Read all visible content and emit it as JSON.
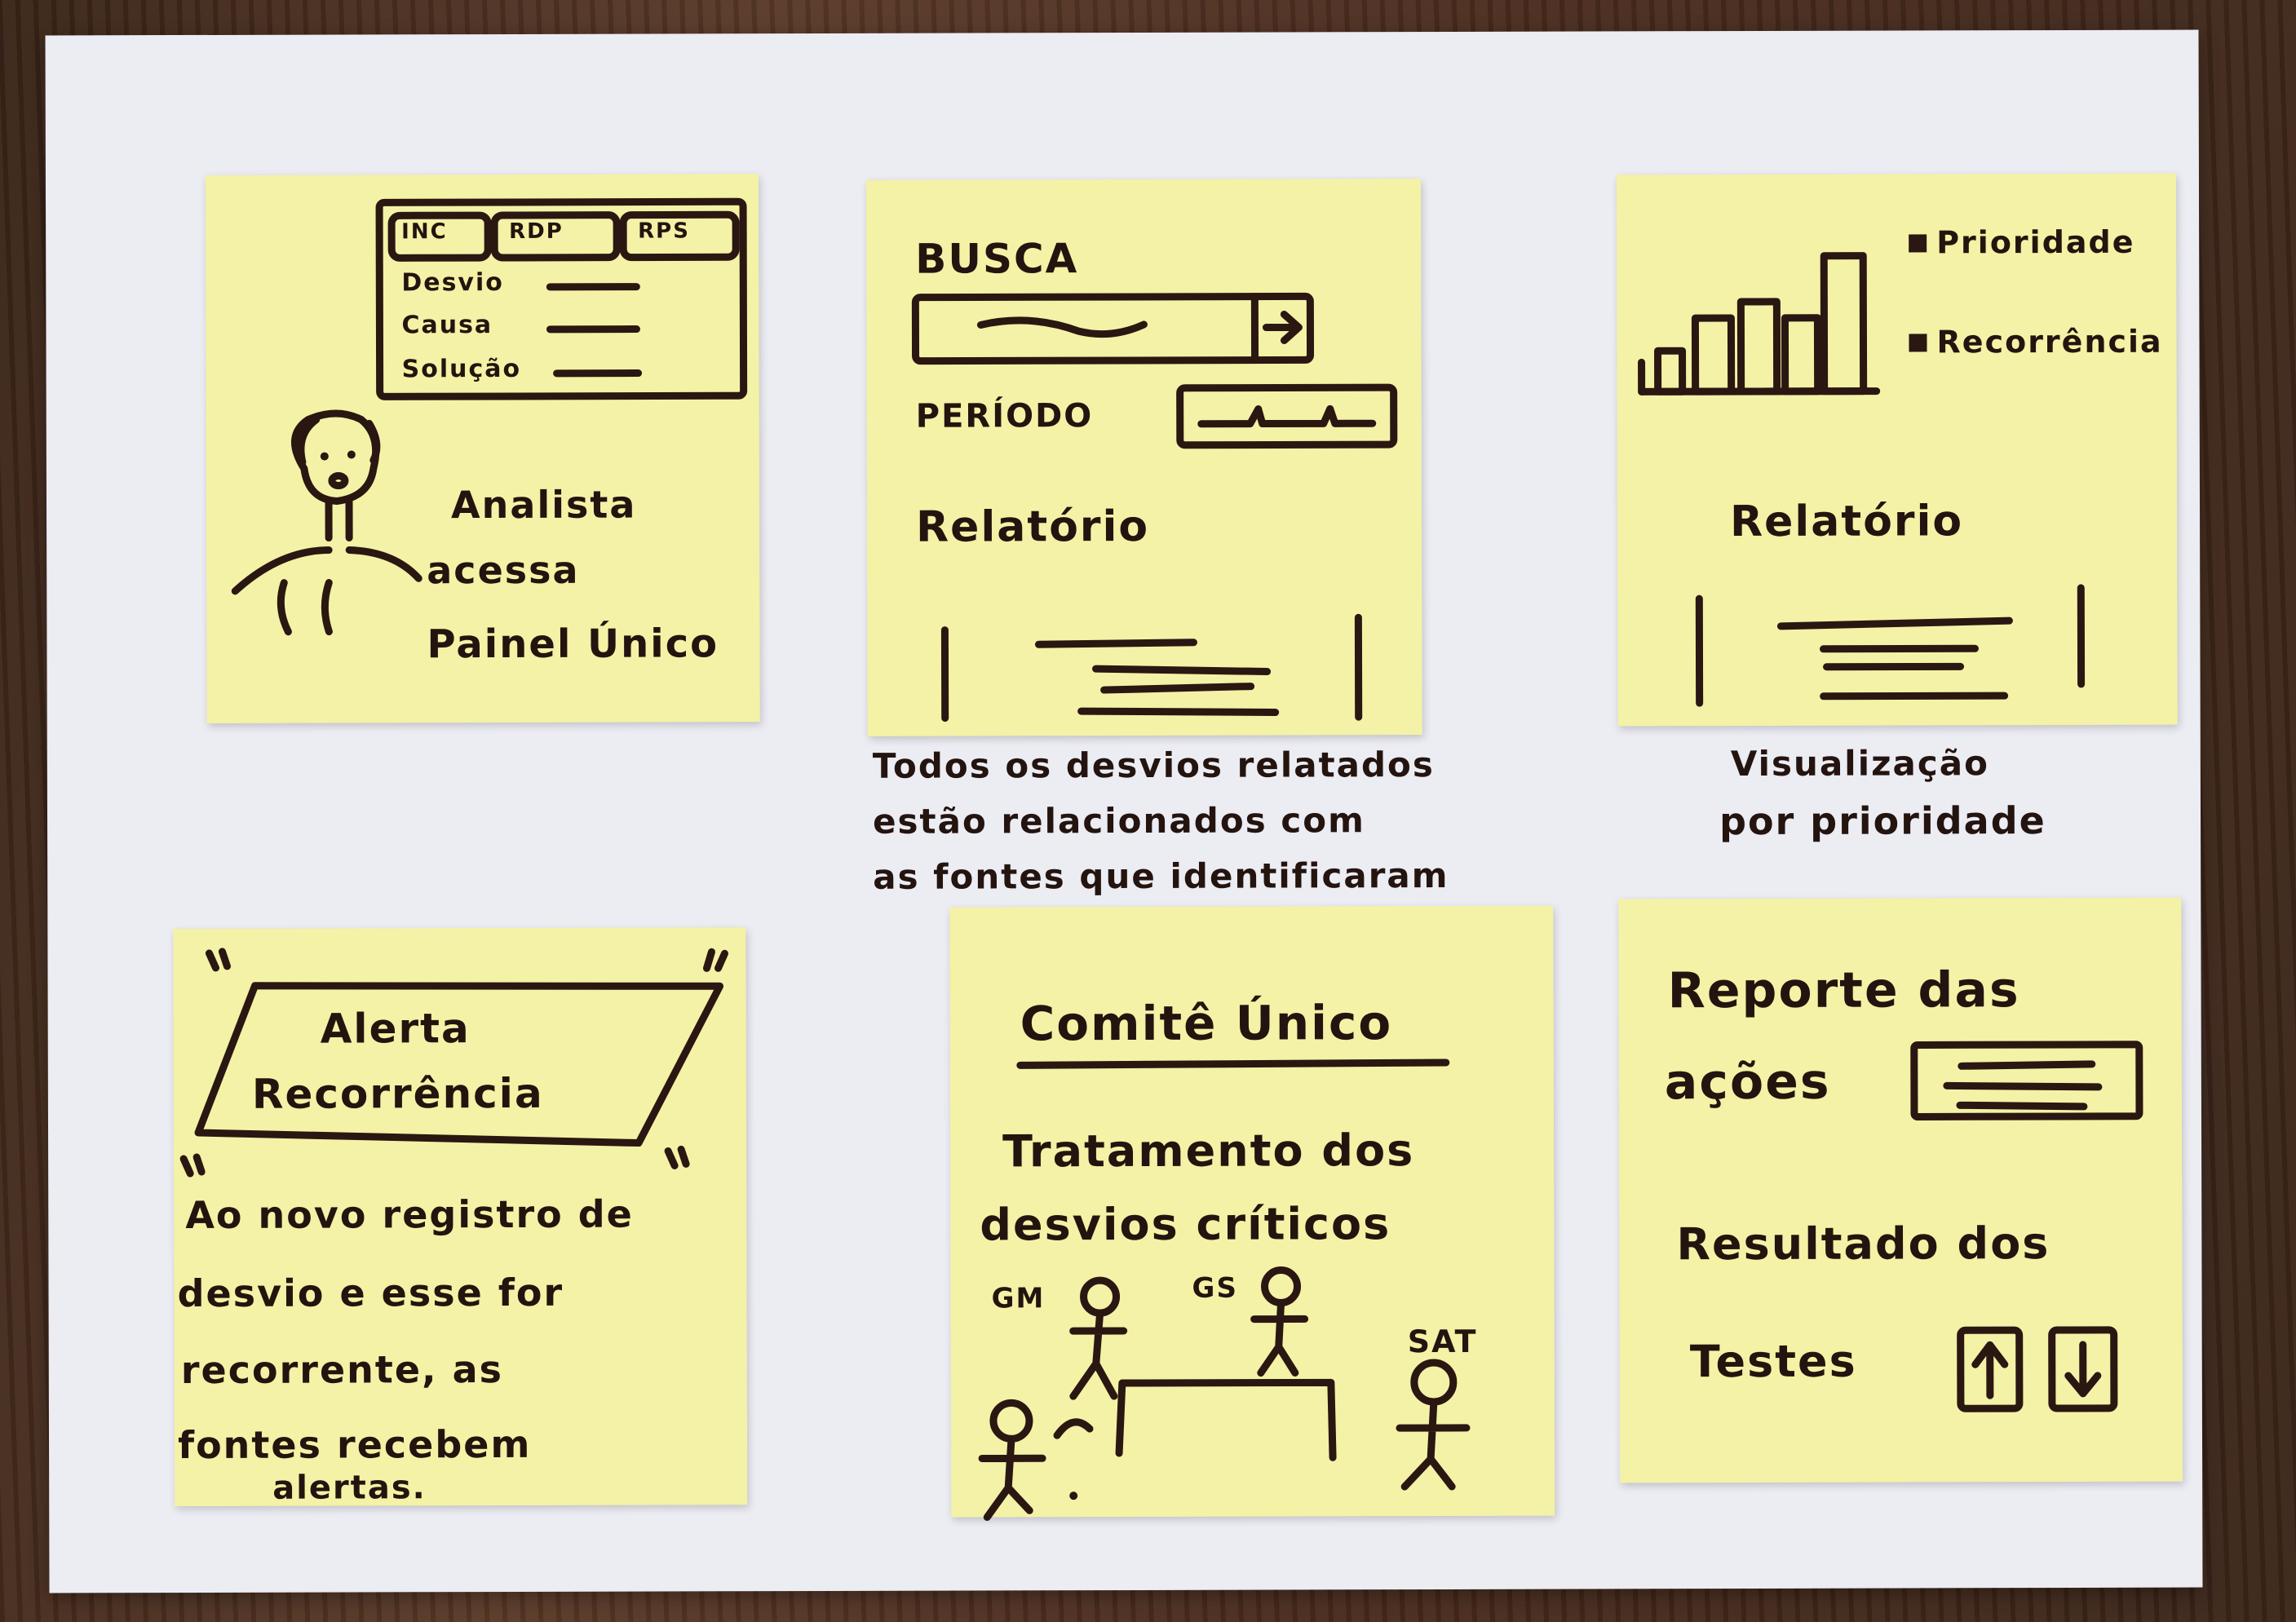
{
  "notes": {
    "analista": {
      "tabs": [
        "INC",
        "RDP",
        "RPS"
      ],
      "fields": [
        "Desvio",
        "Causa",
        "Solução"
      ],
      "caption": [
        "Analista",
        "acessa",
        "Painel Único"
      ]
    },
    "busca": {
      "search_label": "BUSCA",
      "period_label": "PERÍODO",
      "report_label": "Relatório"
    },
    "prioridade": {
      "legend": [
        "Prioridade",
        "Recorrência"
      ],
      "report_label": "Relatório"
    },
    "alerta": {
      "banner": [
        "Alerta",
        "Recorrência"
      ],
      "text": [
        "Ao novo registro de",
        "desvio e esse for",
        "recorrente, as",
        "fontes recebem",
        "alertas."
      ]
    },
    "comite": {
      "title": "Comitê Único",
      "subtitle": [
        "Tratamento dos",
        "desvios críticos"
      ],
      "roles": [
        "GM",
        "GS",
        "SAT"
      ]
    },
    "reporte": {
      "title": [
        "Reporte das",
        "ações"
      ],
      "results": [
        "Resultado dos",
        "Testes"
      ]
    }
  },
  "captions": {
    "desvios": [
      "Todos os desvios relatados",
      "estão relacionados com",
      "as fontes que identificaram"
    ],
    "visualizacao": [
      "Visualização",
      "por prioridade"
    ]
  },
  "colors": {
    "sticky": "#f3f2a6",
    "ink": "#2a1712",
    "paper": "#ececf3"
  }
}
